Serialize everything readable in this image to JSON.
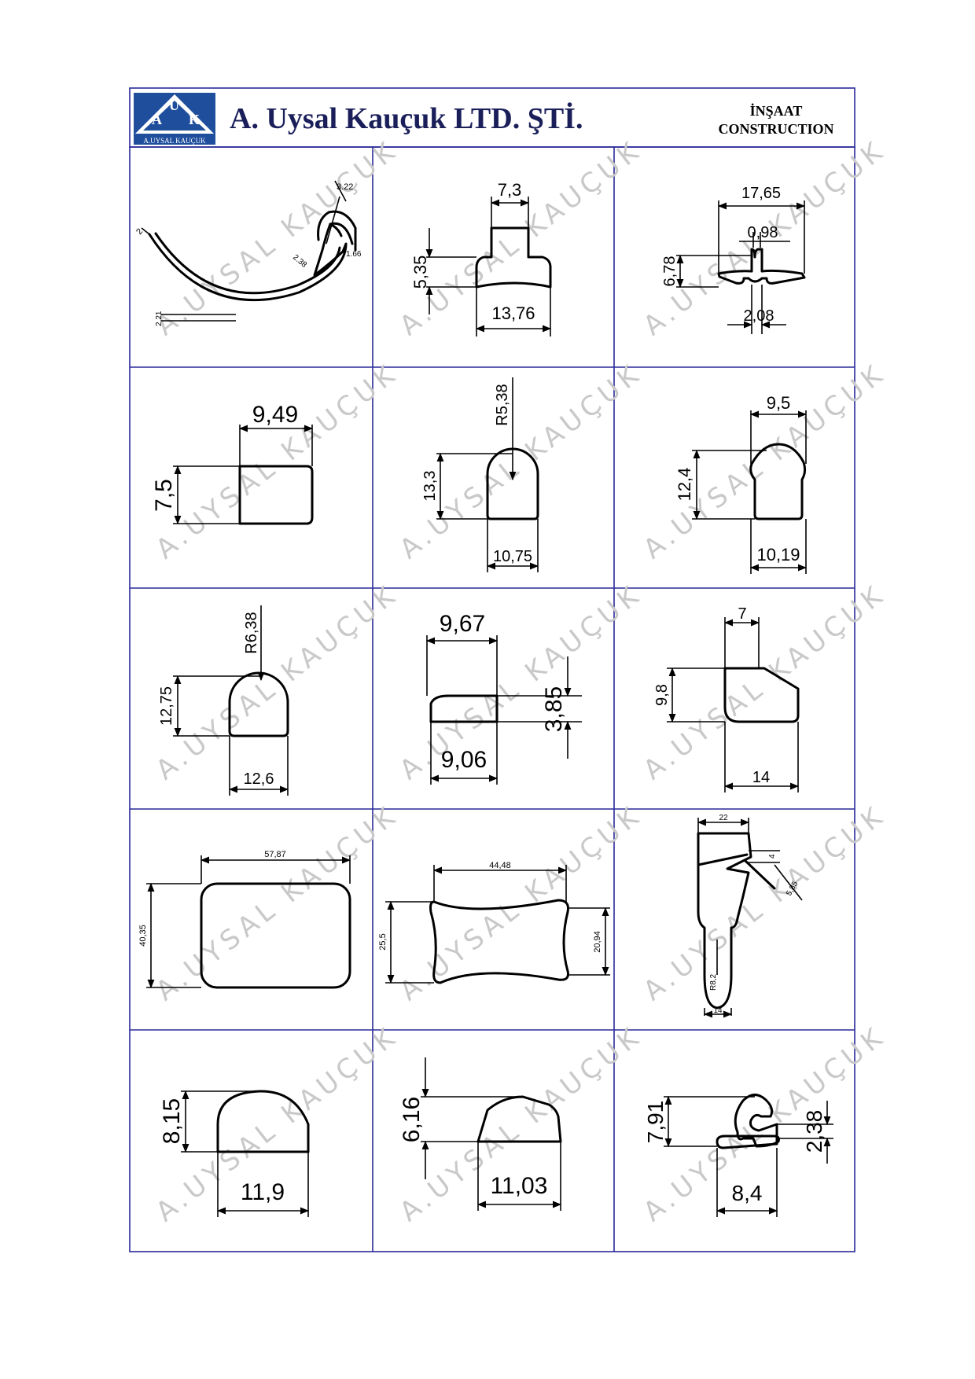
{
  "header": {
    "company": "A. Uysal Kauçuk LTD. ŞTİ.",
    "category_tr": "İNŞAAT",
    "category_en": "CONSTRUCTION",
    "logo": {
      "letters": [
        "A",
        "U",
        "K"
      ],
      "caption": "A.UYSAL KAUÇUK",
      "color": "#1f4e9c"
    }
  },
  "watermark": "A.UYSAL KAUÇUK",
  "profiles": [
    {
      "name": "curved-lip-profile",
      "dims": [
        "3.22",
        "2",
        "2.38",
        "1.66",
        "2.21"
      ]
    },
    {
      "name": "t-profile",
      "dims": [
        "7,3",
        "5,35",
        "13,76"
      ]
    },
    {
      "name": "winged-profile",
      "dims": [
        "17,65",
        "0,98",
        "6,78",
        "2,08"
      ]
    },
    {
      "name": "rectangle-profile",
      "dims": [
        "9,49",
        "7,5"
      ]
    },
    {
      "name": "rounded-top-profile",
      "dims": [
        "R5,38",
        "13,3",
        "10,75"
      ]
    },
    {
      "name": "rounded-top-profile",
      "dims": [
        "9,5",
        "12,4",
        "10,19"
      ]
    },
    {
      "name": "rounded-top-profile",
      "dims": [
        "R6,38",
        "12,75",
        "12,6"
      ]
    },
    {
      "name": "flat-strip-profile",
      "dims": [
        "9,67",
        "3,85",
        "9,06"
      ]
    },
    {
      "name": "angled-profile",
      "dims": [
        "7",
        "9,8",
        "14"
      ]
    },
    {
      "name": "large-rectangle-profile",
      "dims": [
        "57,87",
        "40,35"
      ]
    },
    {
      "name": "concave-block-profile",
      "dims": [
        "44,48",
        "25,5",
        "20,94"
      ]
    },
    {
      "name": "lipped-stem-profile",
      "dims": [
        "22",
        "4",
        "5,85",
        "R8,2",
        "14"
      ]
    },
    {
      "name": "dome-profile",
      "dims": [
        "8,15",
        "11,9"
      ]
    },
    {
      "name": "trapezoid-profile",
      "dims": [
        "6,16",
        "11,03"
      ]
    },
    {
      "name": "clip-profile",
      "dims": [
        "7,91",
        "2,38",
        "8,4"
      ]
    }
  ]
}
